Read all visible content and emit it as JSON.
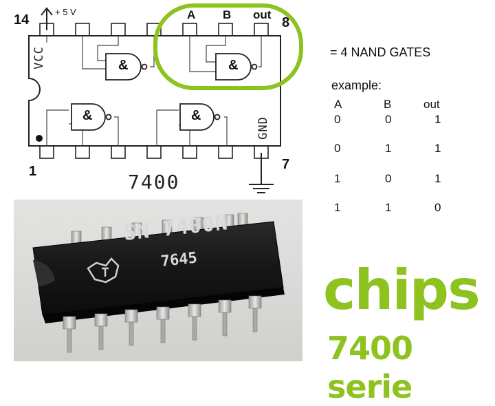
{
  "diagram": {
    "pin_top_left": "14",
    "supply": "+ 5 V",
    "pin_top_right": "8",
    "pin_bottom_left": "1",
    "pin_bottom_right": "7",
    "vcc": "VCC",
    "gnd": "GND",
    "gate_symbol": "&",
    "part_number": "7400",
    "inputs": {
      "a": "A",
      "b": "B",
      "out": "out"
    }
  },
  "description": {
    "summary": "= 4 NAND GATES",
    "example": "example:"
  },
  "truth_table": {
    "headers": [
      "A",
      "B",
      "out"
    ],
    "rows": [
      [
        "0",
        "0",
        "1"
      ],
      [
        "0",
        "1",
        "1"
      ],
      [
        "1",
        "0",
        "1"
      ],
      [
        "1",
        "1",
        "0"
      ]
    ]
  },
  "photo": {
    "marking_line1": "SN 7400N",
    "marking_line2": "7645"
  },
  "title": {
    "line1": "chips",
    "line2": "7400 serie"
  },
  "colors": {
    "accent": "#8dc21f",
    "chip_body": "#1a1a1a"
  }
}
